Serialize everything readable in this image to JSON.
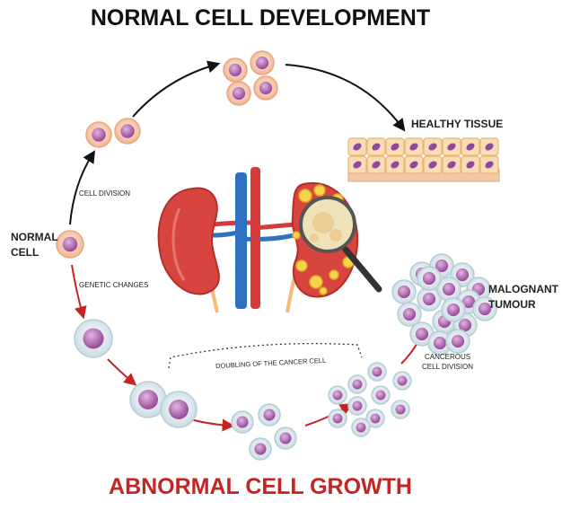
{
  "titles": {
    "top": "NORMAL CELL DEVELOPMENT",
    "bottom": "ABNORMAL CELL GROWTH"
  },
  "labels": {
    "healthy_tissue": "HEALTHY TISSUE",
    "normal_cell_line1": "NORMAL",
    "normal_cell_line2": "CELL",
    "cell_division": "CELL DIVISION",
    "genetic_changes": "GENETIC CHANGES",
    "doubling": "DOUBLING OF THE CANCER CELL",
    "cancerous_line1": "CANCEROUS",
    "cancerous_line2": "CELL DIVISION",
    "tumour_line1": "MALOGNANT",
    "tumour_line2": "TUMOUR"
  },
  "colors": {
    "normal_arrow": "#111111",
    "abnormal_arrow": "#c62323",
    "title_bottom": "#c62323",
    "cell_nucleus": "#b86db8",
    "normal_cell_body": "#f4c6a8",
    "cancer_cell_body": "#dde9ee",
    "kidney": "#d8453f",
    "artery": "#d63a3a",
    "vein": "#2f70c0"
  }
}
